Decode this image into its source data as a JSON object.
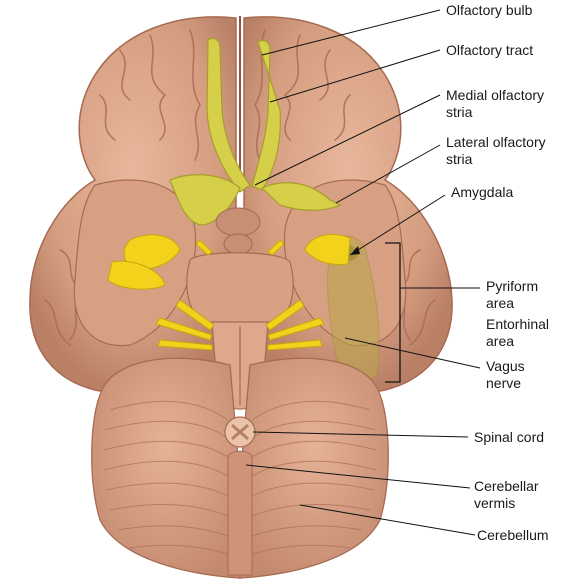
{
  "labels": {
    "olfactory_bulb": "Olfactory bulb",
    "olfactory_tract": "Olfactory tract",
    "medial_stria_1": "Medial olfactory",
    "medial_stria_2": "stria",
    "lateral_stria_1": "Lateral olfactory",
    "lateral_stria_2": "stria",
    "amygdala": "Amygdala",
    "pyriform_1": "Pyriform",
    "pyriform_2": "area",
    "entorhinal_1": "Entorhinal",
    "entorhinal_2": "area",
    "vagus_1": "Vagus",
    "vagus_2": "nerve",
    "spinal_cord": "Spinal cord",
    "vermis_1": "Cerebellar",
    "vermis_2": "vermis",
    "cerebellum": "Cerebellum"
  },
  "colors": {
    "brain": "#d9a184",
    "brain_shadow": "#b97c62",
    "sulcus": "#a86a52",
    "olfactory": "#d6cf4a",
    "nerve": "#f3d21c",
    "pyriform_region": "#b8a64a",
    "leader": "#111111"
  }
}
